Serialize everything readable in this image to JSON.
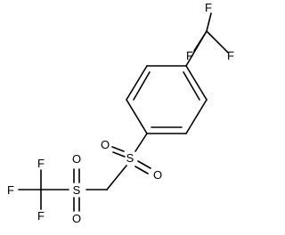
{
  "molecule": {
    "atoms": {
      "cf3_top_f_top": "F",
      "cf3_top_f_right": "F",
      "cf3_top_f_left": "F",
      "sulfonyl_center_s": "S",
      "sulfonyl_center_o_left": "O",
      "sulfonyl_center_o_right": "O",
      "sulfonyl_left_s": "S",
      "sulfonyl_left_o_top": "O",
      "sulfonyl_left_o_bottom": "O",
      "cf3_left_f_top": "F",
      "cf3_left_f_left": "F",
      "cf3_left_f_bottom": "F"
    }
  }
}
